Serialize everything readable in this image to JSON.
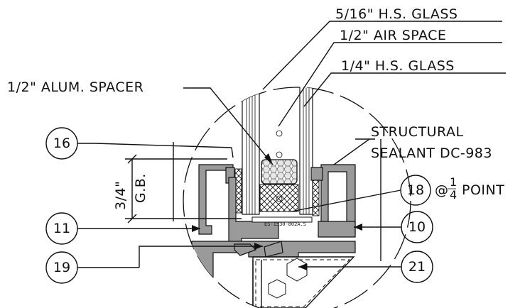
{
  "callouts": {
    "glass_outer": "5/16\" H.S. GLASS",
    "air_space": "1/2\" AIR SPACE",
    "glass_inner": "1/4\" H.S. GLASS",
    "spacer": "1/2\" ALUM. SPACER",
    "sealant_line1": "STRUCTURAL",
    "sealant_line2": "SEALANT DC-983",
    "point_prefix": "@",
    "point_num": "1",
    "point_den": "4",
    "point_suffix": "POINT"
  },
  "dimension": {
    "value": "3/4\"",
    "label": "G.B."
  },
  "tags": [
    "16",
    "11",
    "19",
    "18",
    "10",
    "21"
  ],
  "part_code": "ES-1530-802A.S"
}
